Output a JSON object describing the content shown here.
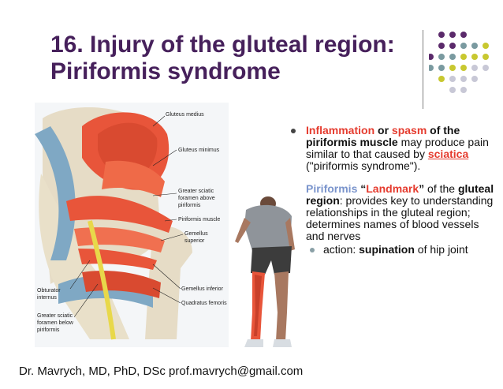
{
  "slide": {
    "title_line1": "16. Injury of the gluteal region:",
    "title_line2": "Piriformis syndrome"
  },
  "colors": {
    "title": "#46205b",
    "accent_red": "#e53b2e",
    "accent_blue": "#7a94cc",
    "muscle": "#e8553a",
    "bone": "#e6dcc6",
    "dots_purple": "#5b2a6b",
    "dots_teal": "#7a9aa0",
    "dots_yellow": "#c8c830",
    "dots_gray": "#c8c8d6"
  },
  "anatomy_labels": {
    "gluteus_medius": "Gluteus medius",
    "gluteus_minimus": "Gluteus minimus",
    "greater_sciatic_above_1": "Greater sciatic",
    "greater_sciatic_above_2": "foramen above",
    "greater_sciatic_above_3": "piriformis",
    "piriformis_muscle": "Piriformis muscle",
    "gemellus_superior_1": "Gemellus",
    "gemellus_superior_2": "superior",
    "obturator_1": "Obturator",
    "obturator_2": "internus",
    "gemellus_inferior": "Gemellus inferior",
    "quadratus_femoris": "Quadratus femoris",
    "greater_sciatic_below_1": "Greater sciatic",
    "greater_sciatic_below_2": "foramen below",
    "greater_sciatic_below_3": "piriformis"
  },
  "bullet1": {
    "inflammation": "Inflammation",
    "or": " or ",
    "spasm": "spasm",
    "of": " of",
    "muscle_bold": "the piriformis muscle",
    "text_a": " may produce pain similar to that caused by ",
    "sciatica": "sciatica",
    "text_b": " (\"piriformis syndrome\")."
  },
  "para2": {
    "piriformis": "Piriformis",
    "q_open": " “",
    "landmark": "Landmark",
    "q_close": "”",
    "of_the": " of the ",
    "gluteal_region": "gluteal region",
    "text": ": provides key to understanding relationships in the gluteal region; determines names of blood vessels and nerves"
  },
  "sub_bullet": {
    "action": "action: ",
    "supination": "supination",
    "rest": " of hip joint"
  },
  "footer": {
    "text": "Dr. Mavrych, MD, PhD, DSc  prof.mavrych@gmail.com"
  }
}
